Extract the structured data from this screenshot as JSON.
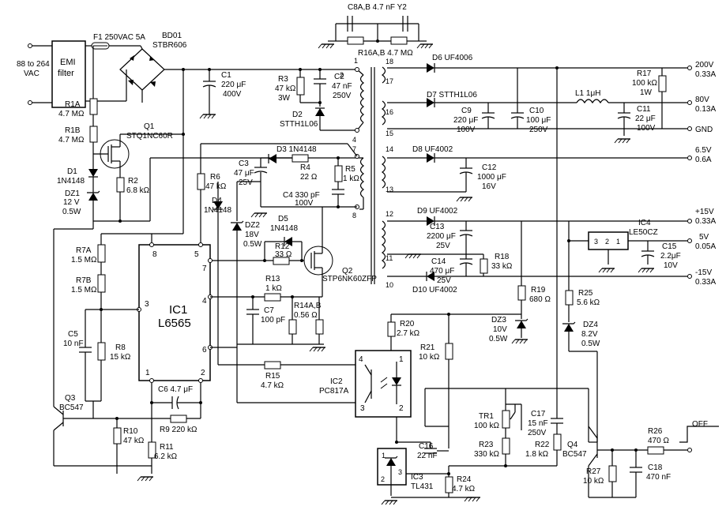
{
  "input": {
    "label1": "88 to 264",
    "label2": "VAC"
  },
  "emi": {
    "line1": "EMI",
    "line2": "filter"
  },
  "fuse": {
    "label": "F1  250VAC  5A"
  },
  "bridge": {
    "ref": "BD01",
    "part": "STBR606"
  },
  "c1": {
    "ref": "C1",
    "value": "220 μF",
    "rating": "400V"
  },
  "c8": {
    "label": "C8A,B 4.7 nF Y2"
  },
  "r16": {
    "label": "R16A,B  4.7 MΩ"
  },
  "r1a": {
    "ref": "R1A",
    "value": "4.7 MΩ"
  },
  "r1b": {
    "ref": "R1B",
    "value": "4.7 MΩ"
  },
  "q1": {
    "ref": "Q1",
    "part": "STQ1NC60R"
  },
  "d1": {
    "ref": "D1",
    "part": "1N4148"
  },
  "dz1": {
    "ref": "DZ1",
    "value": "12 V",
    "rating": "0.5W"
  },
  "r2": {
    "ref": "R2",
    "value": "6.8 kΩ"
  },
  "r3": {
    "ref": "R3",
    "value": "47 kΩ",
    "rating": "3W"
  },
  "c2": {
    "ref": "C2",
    "value": "47 nF",
    "rating": "250V"
  },
  "d2": {
    "ref": "D2",
    "part": "STTH1L06"
  },
  "d3": {
    "label": "D3  1N4148"
  },
  "c3": {
    "ref": "C3",
    "value": "47 μF",
    "rating": "25V"
  },
  "r4": {
    "ref": "R4",
    "value": "22 Ω"
  },
  "r5": {
    "ref": "R5",
    "value": "1 kΩ"
  },
  "c4": {
    "label": "C4 330 pF",
    "rating": "100V"
  },
  "r6": {
    "ref": "R6",
    "value": "47 kΩ"
  },
  "d4": {
    "ref": "D4",
    "part": "1N4148"
  },
  "dz2": {
    "ref": "DZ2",
    "value": "18V",
    "rating": "0.5W"
  },
  "d5": {
    "ref": "D5",
    "part": "1N4148"
  },
  "r12": {
    "ref": "R12",
    "value": "33 Ω"
  },
  "q2": {
    "ref": "Q2",
    "part": "STP6NK60ZFP"
  },
  "r7a": {
    "ref": "R7A",
    "value": "1.5 MΩ"
  },
  "r7b": {
    "ref": "R7B",
    "value": "1.5 MΩ"
  },
  "ic1": {
    "ref": "IC1",
    "part": "L6565"
  },
  "ic1_pins": {
    "p8": "8",
    "p5": "5",
    "p7": "7",
    "p4": "4",
    "p3": "3",
    "p6": "6",
    "p1": "1",
    "p2": "2"
  },
  "c5": {
    "ref": "C5",
    "value": "10 nF"
  },
  "r8": {
    "ref": "R8",
    "value": "15 kΩ"
  },
  "r13": {
    "ref": "R13",
    "value": "1 kΩ"
  },
  "c7": {
    "ref": "C7",
    "value": "100 pF"
  },
  "r14": {
    "ref": "R14A,B",
    "value": "0.56 Ω"
  },
  "r15": {
    "ref": "R15",
    "value": "4.7 kΩ"
  },
  "c6": {
    "label": "C6  4.7 μF"
  },
  "r9": {
    "label": "R9  220 kΩ"
  },
  "q3": {
    "ref": "Q3",
    "part": "BC547"
  },
  "r10": {
    "ref": "R10",
    "value": "47 kΩ"
  },
  "r11": {
    "ref": "R11",
    "value": "6.2 kΩ"
  },
  "ic2": {
    "ref": "IC2",
    "part": "PC817A"
  },
  "ic2_pins": {
    "p4": "4",
    "p3": "3",
    "p1": "1",
    "p2": "2"
  },
  "transformer_pins": {
    "p1": "1",
    "p2": "2",
    "p4": "4",
    "p7": "7",
    "p8": "8",
    "p18": "18",
    "p17": "17",
    "p16": "16",
    "p15": "15",
    "p14": "14",
    "p13": "13",
    "p12": "12",
    "p11": "11",
    "p10": "10"
  },
  "d6": {
    "label": "D6  UF4006"
  },
  "d7": {
    "label": "D7  STTH1L06"
  },
  "c9": {
    "ref": "C9",
    "value": "220 μF",
    "rating": "100V"
  },
  "c10": {
    "ref": "C10",
    "value": "100 μF",
    "rating": "250V"
  },
  "l1": {
    "label": "L1  1μH"
  },
  "r17": {
    "ref": "R17",
    "value": "100 kΩ",
    "rating": "1W"
  },
  "c11": {
    "ref": "C11",
    "value": "22 μF",
    "rating": "100V"
  },
  "d8": {
    "label": "D8  UF4002"
  },
  "c12": {
    "ref": "C12",
    "value": "1000 μF",
    "rating": "16V"
  },
  "d9": {
    "label": "D9  UF4002"
  },
  "c13": {
    "ref": "C13",
    "value": "2200 μF",
    "rating": "25V"
  },
  "c14": {
    "ref": "C14",
    "value": "470 μF",
    "rating": "25V"
  },
  "r18": {
    "ref": "R18",
    "value": "33 kΩ"
  },
  "d10": {
    "label": "D10  UF4002"
  },
  "ic4": {
    "ref": "IC4",
    "part": "LE50CZ"
  },
  "ic4_pins": {
    "p3": "3",
    "p2": "2",
    "p1": "1"
  },
  "c15": {
    "ref": "C15",
    "value": "2.2μF",
    "rating": "10V"
  },
  "outputs": [
    {
      "v": "200V",
      "i": "0.33A"
    },
    {
      "v": "80V",
      "i": "0.13A"
    },
    {
      "v": "GND",
      "i": ""
    },
    {
      "v": "6.5V",
      "i": "0.6A"
    },
    {
      "v": "+15V",
      "i": "0.33A"
    },
    {
      "v": "5V",
      "i": "0.05A"
    },
    {
      "v": "-15V",
      "i": "0.33A"
    }
  ],
  "r19": {
    "ref": "R19",
    "value": "680 Ω"
  },
  "dz3": {
    "ref": "DZ3",
    "value": "10V",
    "rating": "0.5W"
  },
  "r20": {
    "ref": "R20",
    "value": "2.7 kΩ"
  },
  "r21": {
    "ref": "R21",
    "value": "10 kΩ"
  },
  "r25": {
    "ref": "R25",
    "value": "5.6 kΩ"
  },
  "dz4": {
    "ref": "DZ4",
    "value": "8.2V",
    "rating": "0.5W"
  },
  "tr1": {
    "ref": "TR1",
    "value": "100 kΩ"
  },
  "c17": {
    "ref": "C17",
    "value": "15 nF",
    "rating": "250V"
  },
  "r23": {
    "ref": "R23",
    "value": "330 kΩ"
  },
  "r22": {
    "ref": "R22",
    "value": "1.8 kΩ"
  },
  "c16": {
    "ref": "C16",
    "value": "22 nF"
  },
  "ic3": {
    "ref": "IC3",
    "part": "TL431"
  },
  "r24": {
    "ref": "R24",
    "value": "4.7 kΩ"
  },
  "q4": {
    "ref": "Q4",
    "part": "BC547"
  },
  "r26": {
    "ref": "R26",
    "value": "470 Ω"
  },
  "off": {
    "label": "OFF"
  },
  "r27": {
    "ref": "R27",
    "value": "10 kΩ"
  },
  "c18": {
    "ref": "C18",
    "value": "470 nF"
  }
}
